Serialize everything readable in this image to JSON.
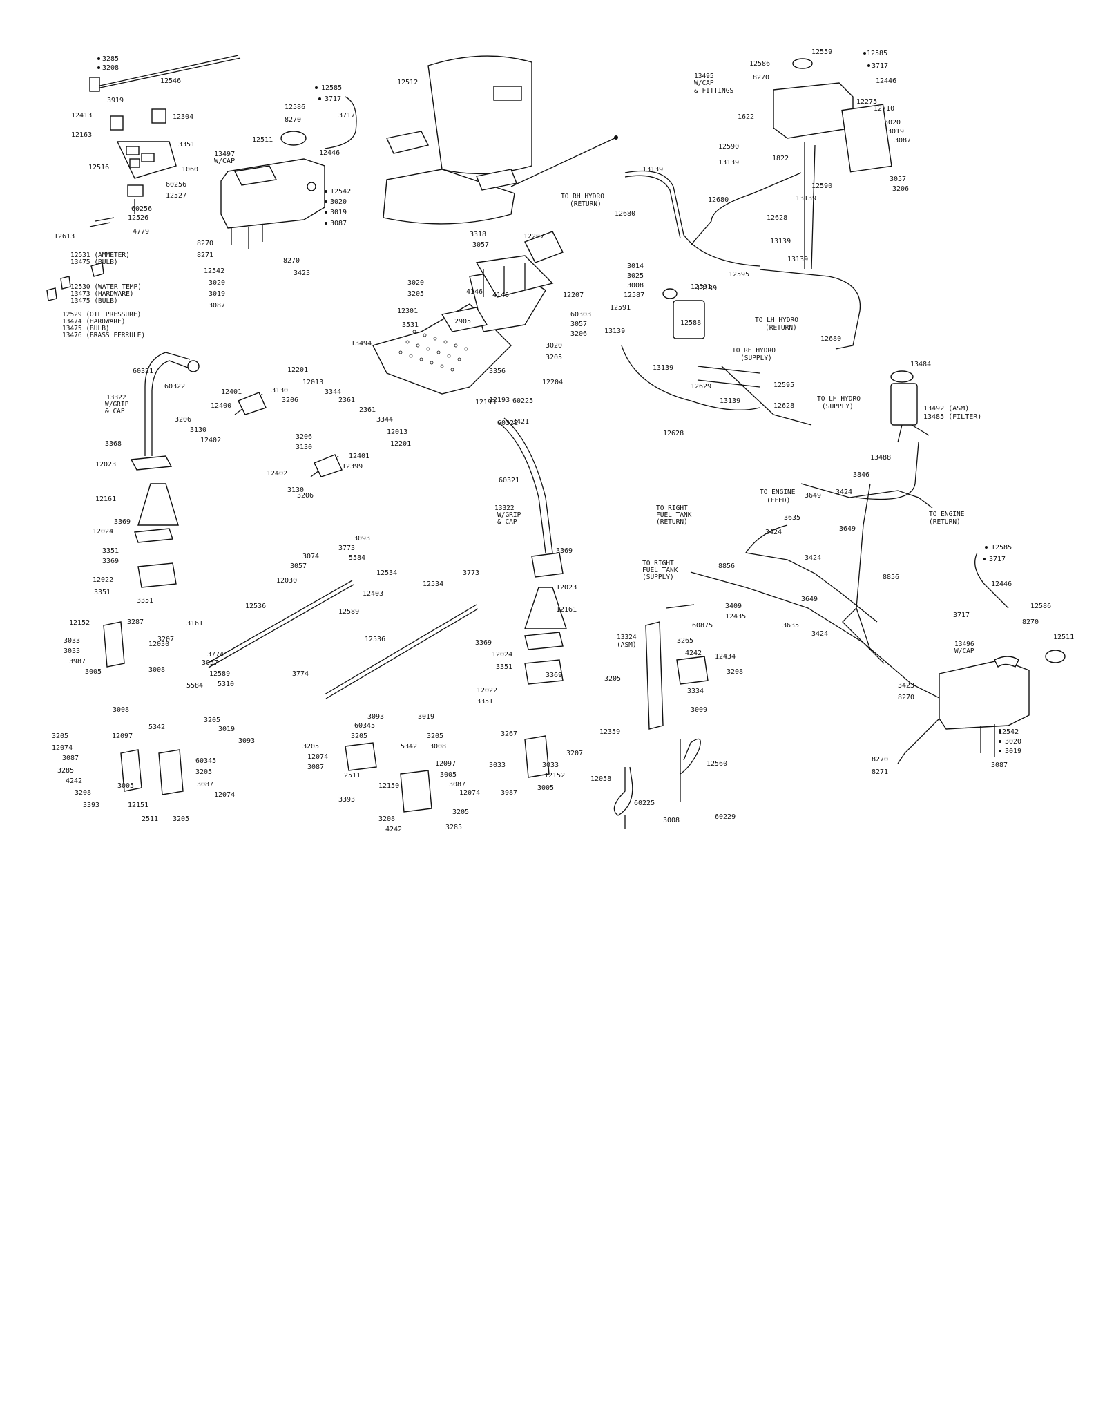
{
  "labels": [
    "3285",
    "3208",
    "12546",
    "3919",
    "12304",
    "12413",
    "12163",
    "3351",
    "12516",
    "1060",
    "60256",
    "12527",
    "60256",
    "12526",
    "4779",
    "12613",
    "12531 (AMMETER)",
    "13475 (BULB)",
    "12530 (WATER TEMP)",
    "13473 (HARDWARE)",
    "13475 (BULB)",
    "12529 (OIL PRESSURE)",
    "13474 (HARDWARE)",
    "13475 (BULB)",
    "13476 (BRASS FERRULE)",
    "12585",
    "3717",
    "12586",
    "8270",
    "3717",
    "12446",
    "12511",
    "13497",
    "W/CAP",
    "12542",
    "3020",
    "3019",
    "3087",
    "8270",
    "8271",
    "12542",
    "3020",
    "3019",
    "3087",
    "8270",
    "3423",
    "12512",
    "12559",
    "12585",
    "12586",
    "3717",
    "8270",
    "13495",
    "W/CAP",
    "& FITTINGS",
    "12446",
    "12275",
    "12710",
    "3020",
    "3019",
    "3087",
    "1622",
    "1822",
    "12590",
    "13139",
    "12590",
    "13139",
    "3057",
    "3206",
    "13139",
    "TO RH HYDRO",
    "(RETURN)",
    "12680",
    "12680",
    "12628",
    "13139",
    "13139",
    "12595",
    "3014",
    "3025",
    "3008",
    "12587",
    "12591",
    "13139",
    "12591",
    "12588",
    "13139",
    "TO LH HYDRO",
    "(RETURN)",
    "12680",
    "TO RH HYDRO",
    "(SUPPLY)",
    "13139",
    "12629",
    "13139",
    "12595",
    "TO LH HYDRO",
    "(SUPPLY)",
    "12628",
    "12628",
    "13484",
    "13492 (ASM)",
    "13485 (FILTER)",
    "13488",
    "3846",
    "3649",
    "TO ENGINE",
    "(FEED)",
    "3424",
    "TO ENGINE",
    "(RETURN)",
    "TO RIGHT",
    "FUEL TANK",
    "(RETURN)",
    "3635",
    "3649",
    "3424",
    "3424",
    "8856",
    "TO RIGHT",
    "FUEL TANK",
    "(SUPPLY)",
    "8856",
    "3649",
    "3635",
    "3424",
    "12585",
    "3717",
    "12446",
    "12586",
    "3717",
    "8270",
    "12511",
    "13496",
    "W/CAP",
    "3423",
    "8270",
    "12542",
    "3020",
    "3019",
    "3087",
    "8270",
    "8271",
    "3318",
    "3057",
    "12207",
    "3020",
    "3205",
    "4146",
    "4146",
    "12207",
    "12301",
    "2905",
    "3531",
    "60303",
    "3057",
    "3206",
    "13494",
    "3020",
    "3205",
    "12201",
    "12013",
    "3344",
    "2361",
    "2361",
    "3344",
    "12193",
    "3356",
    "12193",
    "12013",
    "12201",
    "12204",
    "60225",
    "3421",
    "60322",
    "60321",
    "13322",
    "W/GRIP",
    "& CAP",
    "3369",
    "12023",
    "12161",
    "3369",
    "12024",
    "3351",
    "3369",
    "12022",
    "3351",
    "60321",
    "60322",
    "13322",
    "W/GRIP",
    "& CAP",
    "3130",
    "3206",
    "12401",
    "12400",
    "3206",
    "3130",
    "12402",
    "3368",
    "12023",
    "12161",
    "12024",
    "3369",
    "3351",
    "3369",
    "12022",
    "3351",
    "3351",
    "3206",
    "3130",
    "12401",
    "12402",
    "12399",
    "3130",
    "3206",
    "3074",
    "3093",
    "3057",
    "3773",
    "5584",
    "12030",
    "12534",
    "12403",
    "12536",
    "12589",
    "12534",
    "3773",
    "12536",
    "3774",
    "12152",
    "3287",
    "3207",
    "3033",
    "3033",
    "3987",
    "3005",
    "3161",
    "12030",
    "3774",
    "3057",
    "3008",
    "12589",
    "5584",
    "5310",
    "3008",
    "5342",
    "3205",
    "3019",
    "3093",
    "3205",
    "12097",
    "12074",
    "3087",
    "3285",
    "60345",
    "4242",
    "3205",
    "3208",
    "3005",
    "3087",
    "12074",
    "3393",
    "12151",
    "2511",
    "3205",
    "3093",
    "3019",
    "60345",
    "3205",
    "3205",
    "5342",
    "3205",
    "12074",
    "3087",
    "3008",
    "12097",
    "3005",
    "2511",
    "12150",
    "3087",
    "12074",
    "3393",
    "3205",
    "3208",
    "4242",
    "3285",
    "3267",
    "3207",
    "3033",
    "3033",
    "12152",
    "3005",
    "3987",
    "13324",
    "(ASM)",
    "3409",
    "12435",
    "60875",
    "3205",
    "3265",
    "4242",
    "12434",
    "3208",
    "3334",
    "3009",
    "12359",
    "12058",
    "12560",
    "60225",
    "3008",
    "60229"
  ]
}
